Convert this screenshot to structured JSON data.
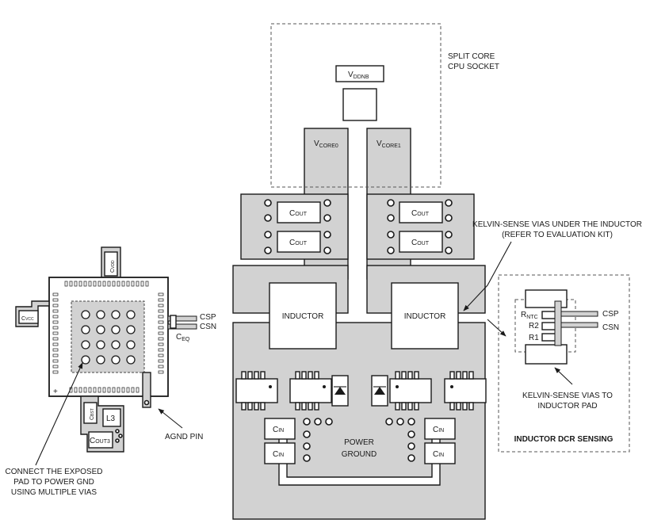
{
  "socket": {
    "label_line1": "SPLIT CORE",
    "label_line2": "CPU SOCKET"
  },
  "rails": {
    "vddnb": "V",
    "vddnb_sub": "DDNB",
    "vcore0": "V",
    "vcore0_sub": "CORE0",
    "vcore1": "V",
    "vcore1_sub": "CORE1"
  },
  "caps": {
    "cout": "C",
    "cout_sub": "OUT",
    "cin": "C",
    "cin_sub": "IN"
  },
  "inductor_label": "INDUCTOR",
  "power_ground": {
    "line1": "POWER",
    "line2": "GROUND"
  },
  "kelvin_inductor": {
    "line1": "KELVIN-SENSE VIAS UNDER THE INDUCTOR",
    "line2": "(REFER TO EVALUATION KIT)"
  },
  "dcr": {
    "title": "INDUCTOR DCR SENSING",
    "rntc": "R",
    "rntc_sub": "NTC",
    "r2": "R2",
    "r1": "R1",
    "csp": "CSP",
    "csn": "CSN",
    "vias_line1": "KELVIN-SENSE VIAS TO",
    "vias_line2": "INDUCTOR PAD"
  },
  "ic": {
    "cvdd": "C",
    "cvdd_sub": "VDD",
    "cvcc": "C",
    "cvcc_sub": "VCC",
    "csp": "CSP",
    "csn": "CSN",
    "ceq": "C",
    "ceq_sub": "EQ",
    "cbst": "C",
    "cbst_sub": "BST",
    "l3": "L3",
    "cout3": "C",
    "cout3_sub": "OUT3",
    "plus": "+"
  },
  "agnd": "AGND PIN",
  "exposed_pad": {
    "line1": "CONNECT THE EXPOSED",
    "line2": "PAD TO POWER GND",
    "line3": "USING MULTIPLE VIAS"
  }
}
